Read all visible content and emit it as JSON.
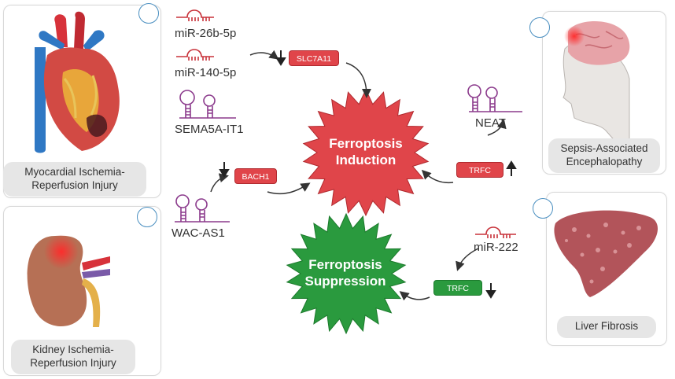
{
  "panels": {
    "heart": {
      "caption": [
        "Myocardial Ischemia-",
        "Reperfusion Injury"
      ]
    },
    "kidney": {
      "caption": [
        "Kidney Ischemia-",
        "Reperfusion Injury"
      ]
    },
    "brain": {
      "caption": [
        "Sepsis-Associated",
        "Encephalopathy"
      ]
    },
    "liver": {
      "caption": [
        "Liver Fibrosis"
      ]
    }
  },
  "molecules": {
    "mir26b": "miR-26b-5p",
    "mir140": "miR-140-5p",
    "sema5a": "SEMA5A-IT1",
    "wacas1": "WAC-AS1",
    "neat": "NEAT",
    "mir222": "miR-222"
  },
  "genes": {
    "slc7a11": "SLC7A11",
    "bach1": "BACH1",
    "trfc_up": "TRFC",
    "trfc_down": "TRFC"
  },
  "outcomes": {
    "induction": [
      "Ferroptosis",
      "Induction"
    ],
    "suppression": [
      "Ferroptosis",
      "Suppression"
    ]
  },
  "colors": {
    "induction": "#e0454a",
    "suppression": "#2a9a3e",
    "mirna": "#c8323a",
    "lncrna": "#8b3a8c"
  }
}
